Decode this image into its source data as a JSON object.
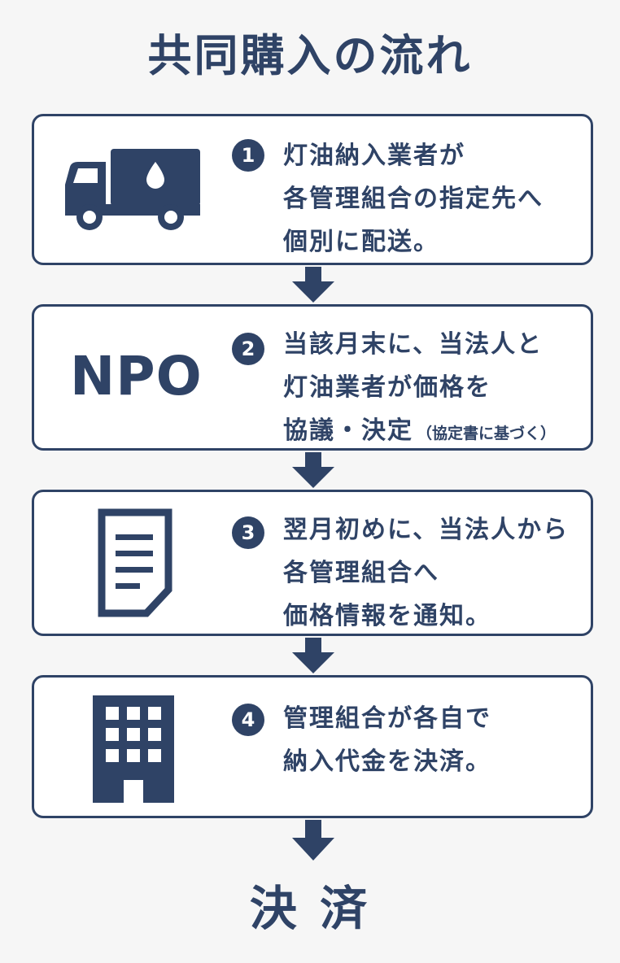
{
  "title": "共同購入の流れ",
  "steps": [
    {
      "number": "1",
      "icon": "tanker-truck-icon",
      "lines": [
        "灯油納入業者が",
        "各管理組合の指定先へ",
        "個別に配送。"
      ],
      "note": ""
    },
    {
      "number": "2",
      "icon": "npo-label",
      "icon_label": "NPO",
      "lines": [
        "当該月末に、当法人と",
        "灯油業者が価格を",
        "協議・決定"
      ],
      "note": "（協定書に基づく）"
    },
    {
      "number": "3",
      "icon": "document-icon",
      "lines": [
        "翌月初めに、当法人から",
        "各管理組合へ",
        "価格情報を通知。"
      ],
      "note": ""
    },
    {
      "number": "4",
      "icon": "building-icon",
      "lines": [
        "管理組合が各自で",
        "納入代金を決済。"
      ],
      "note": ""
    }
  ],
  "final_label": "決 済",
  "colors": {
    "primary": "#2f4366",
    "background": "#f6f6f6",
    "card": "#ffffff"
  }
}
